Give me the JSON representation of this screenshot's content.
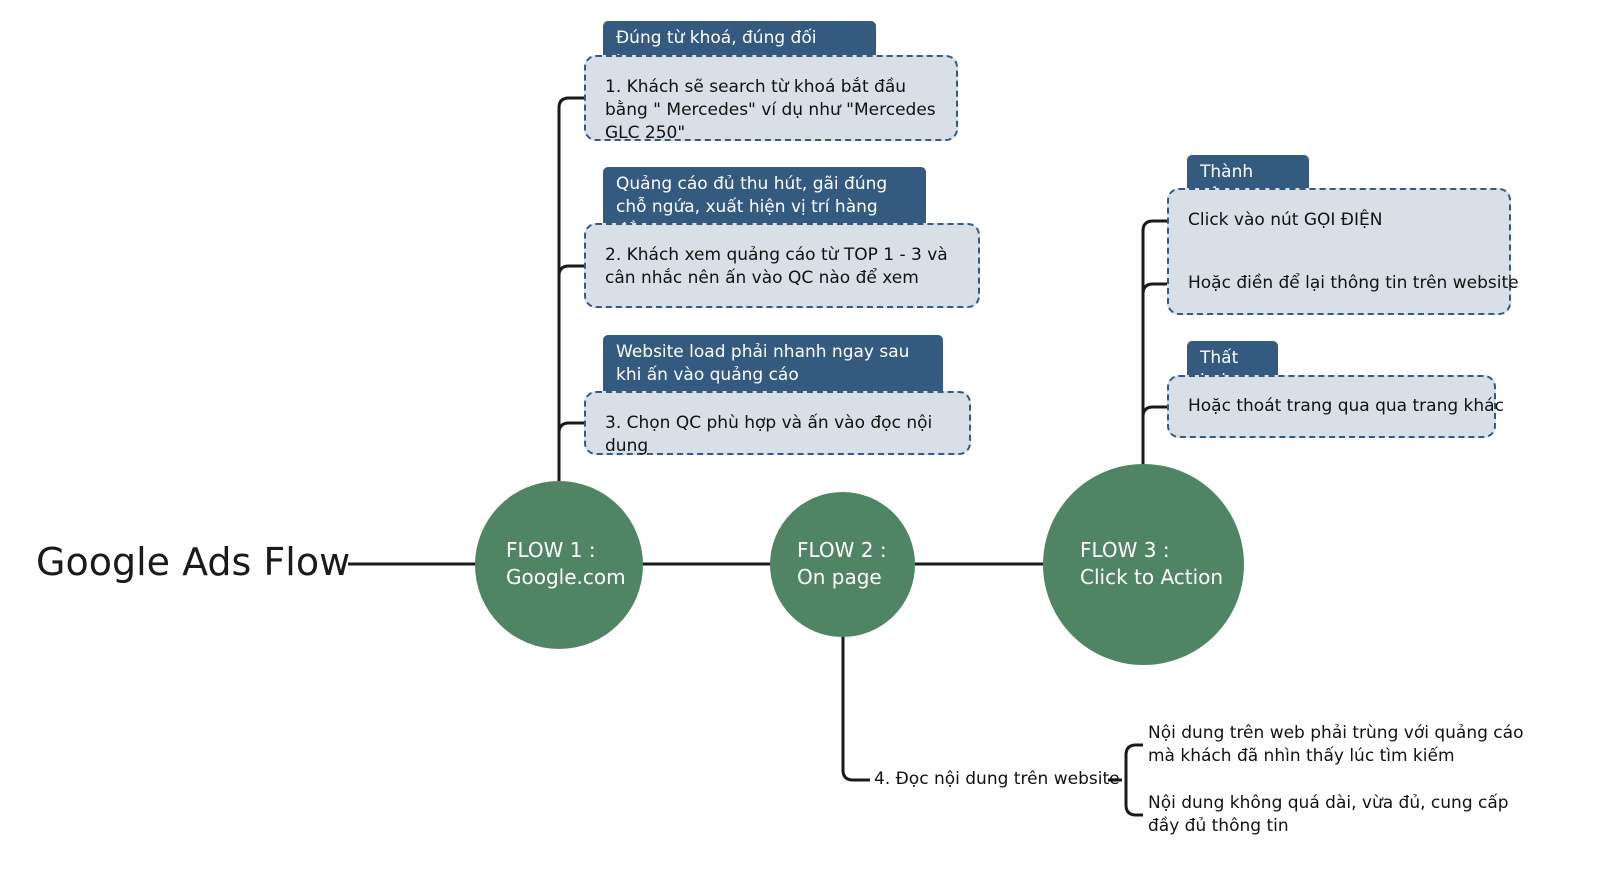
{
  "title": "Google Ads Flow",
  "flows": [
    {
      "line1": "FLOW 1 :",
      "line2": "Google.com"
    },
    {
      "line1": "FLOW 2 :",
      "line2": "On page"
    },
    {
      "line1": "FLOW 3 :",
      "line2": "Click to Action"
    }
  ],
  "flow1_steps": [
    {
      "tag": "Đúng từ khoá, đúng đối tượng",
      "text": "1. Khách sẽ search từ khoá bắt đầu bằng \" Mercedes\" ví dụ như \"Mercedes GLC 250\""
    },
    {
      "tag": "Quảng cáo đủ thu hút, gãi đúng chỗ ngứa, xuất hiện vị trí hàng đầu",
      "text": "2. Khách xem quảng cáo từ TOP 1 - 3 và cân nhắc nên ấn vào QC nào để xem"
    },
    {
      "tag": "Website load phải nhanh ngay sau khi ấn vào quảng cáo",
      "text": "3. Chọn QC phù hợp và ấn vào đọc nội dung"
    }
  ],
  "flow2_step": {
    "text": "4. Đọc nội dung trên website",
    "notes": [
      "Nội dung trên web phải trùng với quảng cáo mà khách đã nhìn thấy lúc tìm kiếm",
      "Nội dung không quá dài, vừa đủ, cung cấp đầy đủ thông tin"
    ]
  },
  "flow3_outcomes": {
    "success": {
      "tag": "Thành công",
      "items": [
        "Click vào nút GỌI ĐIỆN",
        "Hoặc điền để lại thông tin trên website"
      ]
    },
    "failure": {
      "tag": "Thất bại",
      "items": [
        "Hoặc thoát trang qua qua trang khác"
      ]
    }
  },
  "colors": {
    "circle_fill": "#4f8464",
    "tag_fill": "#345a80",
    "box_fill": "#d9dfe6",
    "box_border": "#345a80",
    "line": "#1a1a1a"
  }
}
